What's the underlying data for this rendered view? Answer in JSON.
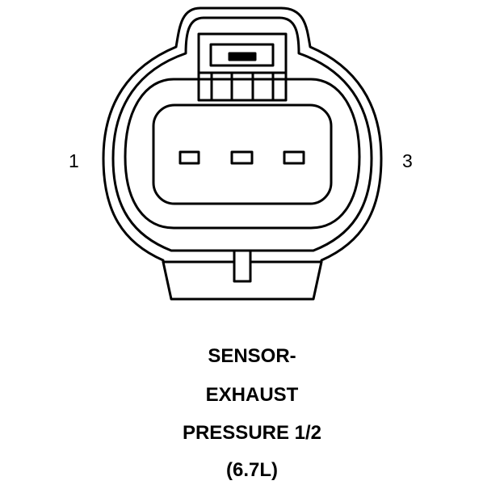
{
  "pin_labels": {
    "left": "1",
    "right": "3"
  },
  "caption": {
    "line1": "SENSOR-",
    "line2": "EXHAUST",
    "line3": "PRESSURE 1/2",
    "line4": "(6.7L)"
  },
  "colors": {
    "stroke": "#000000",
    "background": "#ffffff"
  }
}
